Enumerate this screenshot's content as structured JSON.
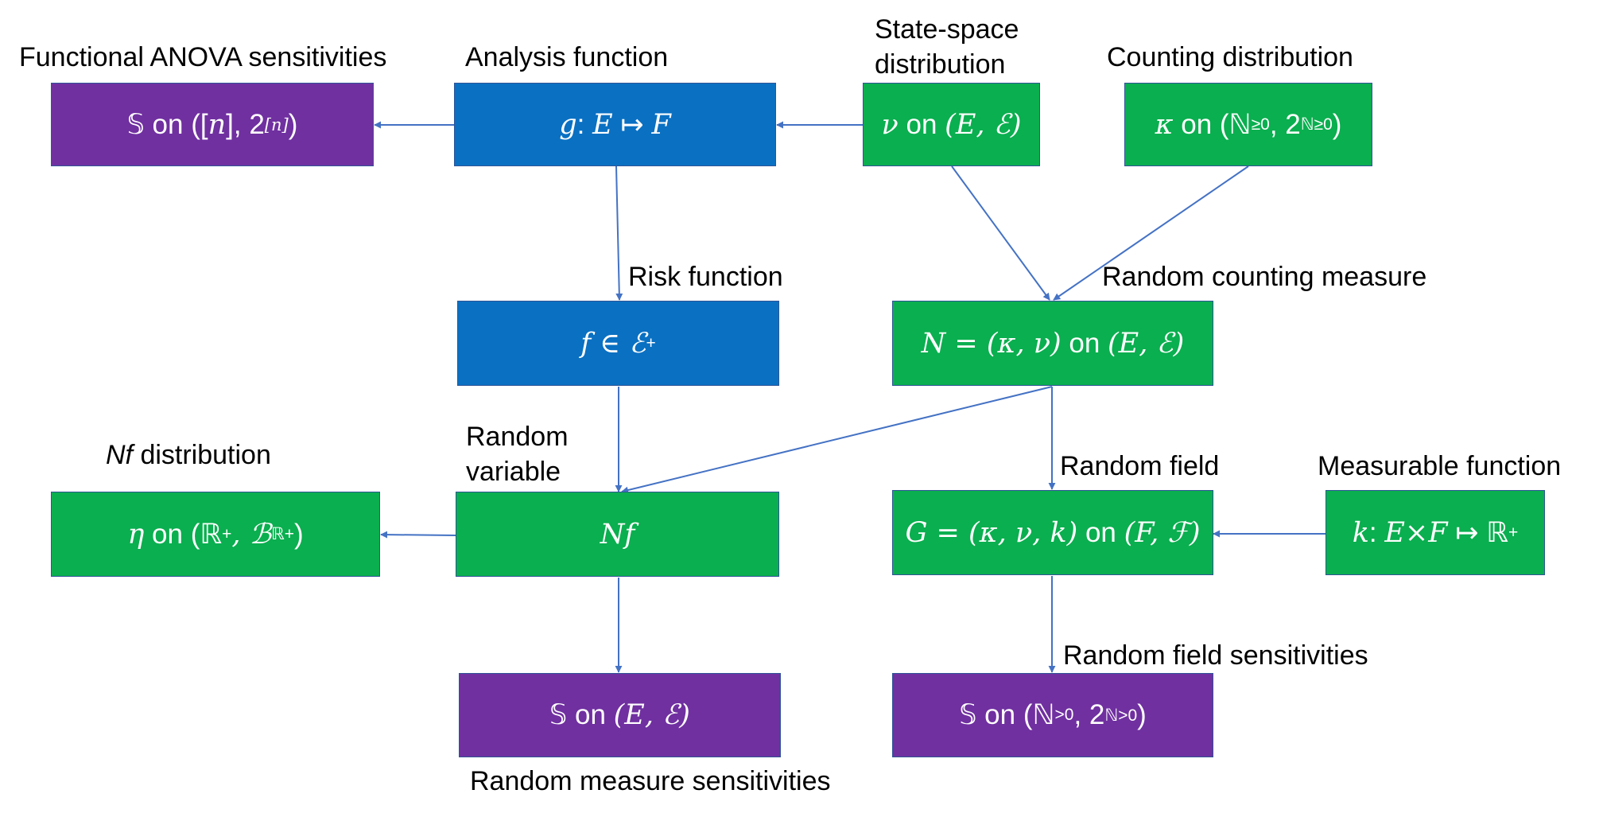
{
  "labels": {
    "functional_anova": "Functional ANOVA sensitivities",
    "analysis_function": "Analysis function",
    "state_space_line1": "State-space",
    "state_space_line2": "distribution",
    "counting_distribution": "Counting distribution",
    "risk_function": "Risk function",
    "random_counting_measure": "Random counting measure",
    "nf_italic": "Nf",
    "nf_rest": " distribution",
    "random_variable_line1": "Random",
    "random_variable_line2": "variable",
    "random_field": "Random field",
    "measurable_function": "Measurable function",
    "random_field_sensitivities": "Random field sensitivities",
    "random_measure_sensitivities": "Random measure sensitivities"
  },
  "boxes": {
    "anova": {
      "sym": "𝕊",
      "on": " on ",
      "sp": "([",
      "n": "n",
      "mid": "], 2",
      "sup": "[n]",
      "close": ")"
    },
    "analysis": {
      "g": "g",
      "colon": ": ",
      "e": "E",
      "map": " ↦ ",
      "f": "F"
    },
    "nu": {
      "nu": "ν",
      "on": " on ",
      "space": "(E, ℰ)"
    },
    "kappa": {
      "k": "κ",
      "on": " on ",
      "op": "(ℕ",
      "sub": "≥0",
      "mid": ", 2",
      "sup": "ℕ≥0",
      "close": ")"
    },
    "risk": {
      "f": "f",
      "in": " ∈ ℰ",
      "sub": "+"
    },
    "counting": {
      "lhs": "N = (κ, ν)",
      "on": " on ",
      "space": "(E, ℰ)"
    },
    "eta": {
      "eta": "η",
      "on": " on ",
      "op": "(ℝ",
      "sub1": "+",
      "mid": ", ℬ",
      "sub2": "ℝ+",
      "close": ")"
    },
    "nf": {
      "text": "Nf"
    },
    "field": {
      "lhs": "G = (κ, ν, k)",
      "on": " on ",
      "space": "(F, ℱ)"
    },
    "kfun": {
      "k": "k",
      "colon": ": ",
      "exf": "E×F",
      "map": " ↦ ℝ",
      "sub": "+"
    },
    "measure_sens": {
      "sym": "𝕊",
      "on": " on ",
      "space": "(E, ℰ)"
    },
    "field_sens": {
      "sym": "𝕊",
      "on": " on ",
      "op": "(ℕ",
      "sub": ">0",
      "mid": ", 2",
      "sup": "ℕ>0",
      "close": ")"
    }
  },
  "colors": {
    "blue": "#0a70c2",
    "green": "#0aaf4f",
    "purple": "#7030a0",
    "arrow": "#4472c4"
  }
}
